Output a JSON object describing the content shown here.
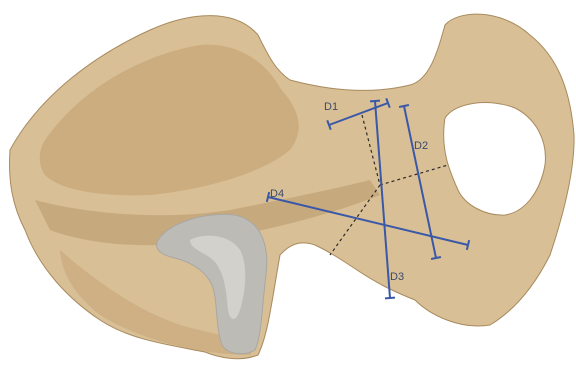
{
  "colors": {
    "bone_base": "#d9bf95",
    "bone_shadow": "#c7a779",
    "bone_dark": "#b8976b",
    "bone_highlight": "#e6d0ad",
    "cartilage": "#bdbbb6",
    "cartilage_light": "#d3d1cc",
    "measure_line": "#3a58a8",
    "dashed_line": "#2b2b2b",
    "outline": "#a88a5e"
  },
  "measurements": [
    {
      "label": "D1"
    },
    {
      "label": "D2"
    },
    {
      "label": "D3"
    },
    {
      "label": "D4"
    }
  ]
}
